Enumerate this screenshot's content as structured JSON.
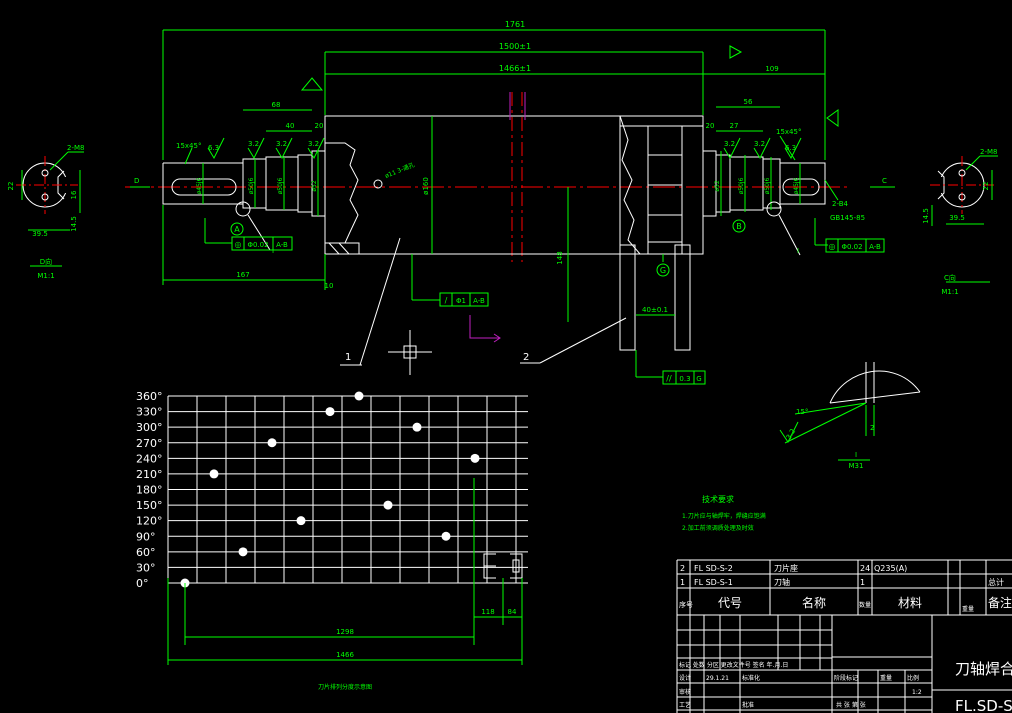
{
  "colors": {
    "background": "#000000",
    "geometry": "#ffffff",
    "dimension": "#00ff00",
    "centerline": "#ff0000",
    "ucs": "#c020c0"
  },
  "dims": {
    "overall": "1761",
    "roll_len": "1500±1",
    "body_len": "1466±1",
    "d68": "68",
    "d40": "40",
    "d20a": "20",
    "d20b": "20",
    "d27": "27",
    "d56": "56",
    "d109": "109",
    "d167": "167",
    "d10": "10",
    "d148": "148",
    "d40pm": "40±0.1",
    "phi160": "ø160",
    "chamfer_l": "15x45°",
    "chamfer_r": "15x45°",
    "ra32a": "3.2",
    "ra32b": "3.2",
    "ra32c": "3.2",
    "ra32d": "3.2",
    "ra63a": "6.3",
    "ra63b": "6.3",
    "hole_note": "ø11 3-通孔",
    "phi_l1": "ø45j6",
    "phi_l2": "ø50j6",
    "phi_l3": "ø50j6",
    "phi_l4": "ø52",
    "phi_r1": "ø52",
    "phi_r2": "ø50j6",
    "phi_r3": "ø50j6",
    "phi_r4": "ø45j6",
    "key_r": "2-B4",
    "key_r2": "GB145-85",
    "m8_l": "2-M8",
    "m8_r": "2-M8",
    "sec_l_22": "22",
    "sec_l_16": "16",
    "sec_l_395": "39.5",
    "sec_l_145": "14.5",
    "sec_r_22": "22",
    "sec_r_145": "14.5",
    "sec_r_395": "39.5",
    "m31": "M31",
    "deg15": "15°",
    "v32": "3.2",
    "v2": "2",
    "d1298": "1298",
    "d1466b": "1466",
    "d118": "118",
    "d84": "84"
  },
  "views": {
    "left_title": "D向",
    "left_scale": "M1:1",
    "right_title": "C向",
    "right_scale": "M1:1"
  },
  "labels": {
    "A": "A",
    "B": "B",
    "G": "G",
    "I1": "I",
    "I2": "I",
    "Iz": "I",
    "D": "D",
    "C": "C",
    "p1": "1",
    "p2": "2"
  },
  "fcf": {
    "left": {
      "sym": "◎",
      "tol": "Φ0.02",
      "datum": "A-B"
    },
    "center": {
      "sym": "/",
      "tol": "Φ1",
      "datum": "A-B"
    },
    "right": {
      "sym": "◎",
      "tol": "Φ0.02",
      "datum": "A-B"
    },
    "bottom": {
      "sym": "//",
      "tol": "0.3",
      "datum": "G"
    }
  },
  "angle_chart": {
    "y_labels": [
      "360°",
      "330°",
      "300°",
      "270°",
      "240°",
      "210°",
      "180°",
      "150°",
      "120°",
      "90°",
      "60°",
      "30°",
      "0°"
    ],
    "points": [
      {
        "col": 0,
        "deg": 0
      },
      {
        "col": 1,
        "deg": 210
      },
      {
        "col": 2,
        "deg": 60
      },
      {
        "col": 3,
        "deg": 270
      },
      {
        "col": 4,
        "deg": 120
      },
      {
        "col": 5,
        "deg": 330
      },
      {
        "col": 6,
        "deg": 360
      },
      {
        "col": 7,
        "deg": 150
      },
      {
        "col": 8,
        "deg": 300
      },
      {
        "col": 9,
        "deg": 90
      },
      {
        "col": 10,
        "deg": 240
      }
    ],
    "caption": "刀片排列分度示意图"
  },
  "tech": {
    "title": "技术要求",
    "line1": "1.刀片应与轴焊牢，焊缝应饱满",
    "line2": "2.加工前须调质处理及时效"
  },
  "title_block": {
    "r2_no": "2",
    "r2_code": "FL SD-S-2",
    "r2_name": "刀片座",
    "r2_qty": "24",
    "r2_mat": "Q235(A)",
    "r1_no": "1",
    "r1_code": "FL SD-S-1",
    "r1_name": "刀轴",
    "r1_qty": "1",
    "h_no": "序号",
    "h_code": "代号",
    "h_name": "名称",
    "h_qty": "数量",
    "h_mat": "材料",
    "h_w1": "重量",
    "h_note": "备注",
    "h_frag": "总计",
    "rev_row": "标记 处数 分区 更改文件号 签名 年.月.日",
    "design": "设计",
    "date": "29.1.21",
    "std": "标准化",
    "stage": "阶段标记",
    "weight": "重量",
    "scale": "比例",
    "scale_val": "1:2",
    "audit": "审核",
    "process": "工艺",
    "approve": "批准",
    "sheet": "共 张 第 张",
    "part_name": "刀轴焊合",
    "drawing_no": "FL.SD-S"
  }
}
